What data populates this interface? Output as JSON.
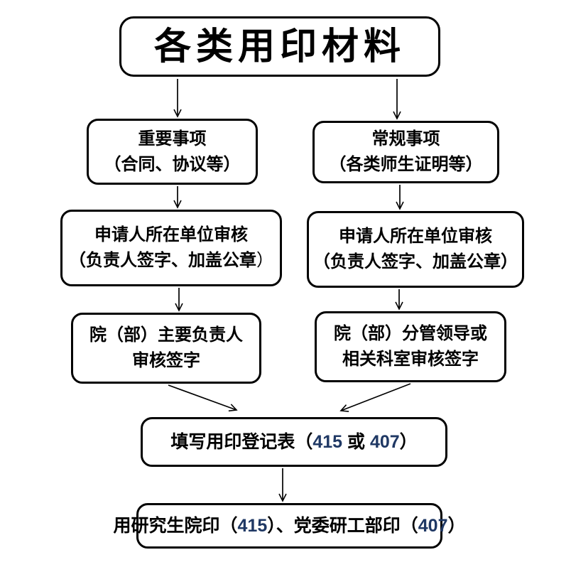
{
  "colors": {
    "text": "#000000",
    "number_accent": "#1f3864",
    "box_border": "#000000",
    "box_fill": "#ffffff",
    "background": "#ffffff"
  },
  "nodes": {
    "materials": {
      "text": "各类用印材料"
    },
    "important": {
      "line1": "重要事项",
      "line2": "（合同、协议等）"
    },
    "routine": {
      "line1": "常规事项",
      "line2": "（各类师生证明等）"
    },
    "unit_review_left": {
      "line1": "申请人所在单位审核",
      "line2_segments": [
        {
          "t": "（负责人签字、加盖公章"
        },
        {
          "t": "）",
          "s": "thin"
        }
      ]
    },
    "unit_review_right": {
      "line1": "申请人所在单位审核",
      "line2": "（负责人签字、加盖公章）"
    },
    "dean_sign": {
      "line1": "院（部）主要负责人",
      "line2": "审核签字"
    },
    "leader_sign": {
      "line1": "院（部）分管领导或",
      "line2": "相关科室审核签字"
    },
    "register_form": {
      "segments": [
        {
          "t": "填写用印登记表（"
        },
        {
          "t": "415",
          "s": "num"
        },
        {
          "t": " 或 "
        },
        {
          "t": "407",
          "s": "num"
        },
        {
          "t": "）"
        }
      ]
    },
    "seal_use": {
      "segments": [
        {
          "t": "用研究生院印（"
        },
        {
          "t": "415",
          "s": "num"
        },
        {
          "t": "）、党委研工部印（"
        },
        {
          "t": "407",
          "s": "num"
        },
        {
          "t": "）"
        }
      ]
    }
  }
}
